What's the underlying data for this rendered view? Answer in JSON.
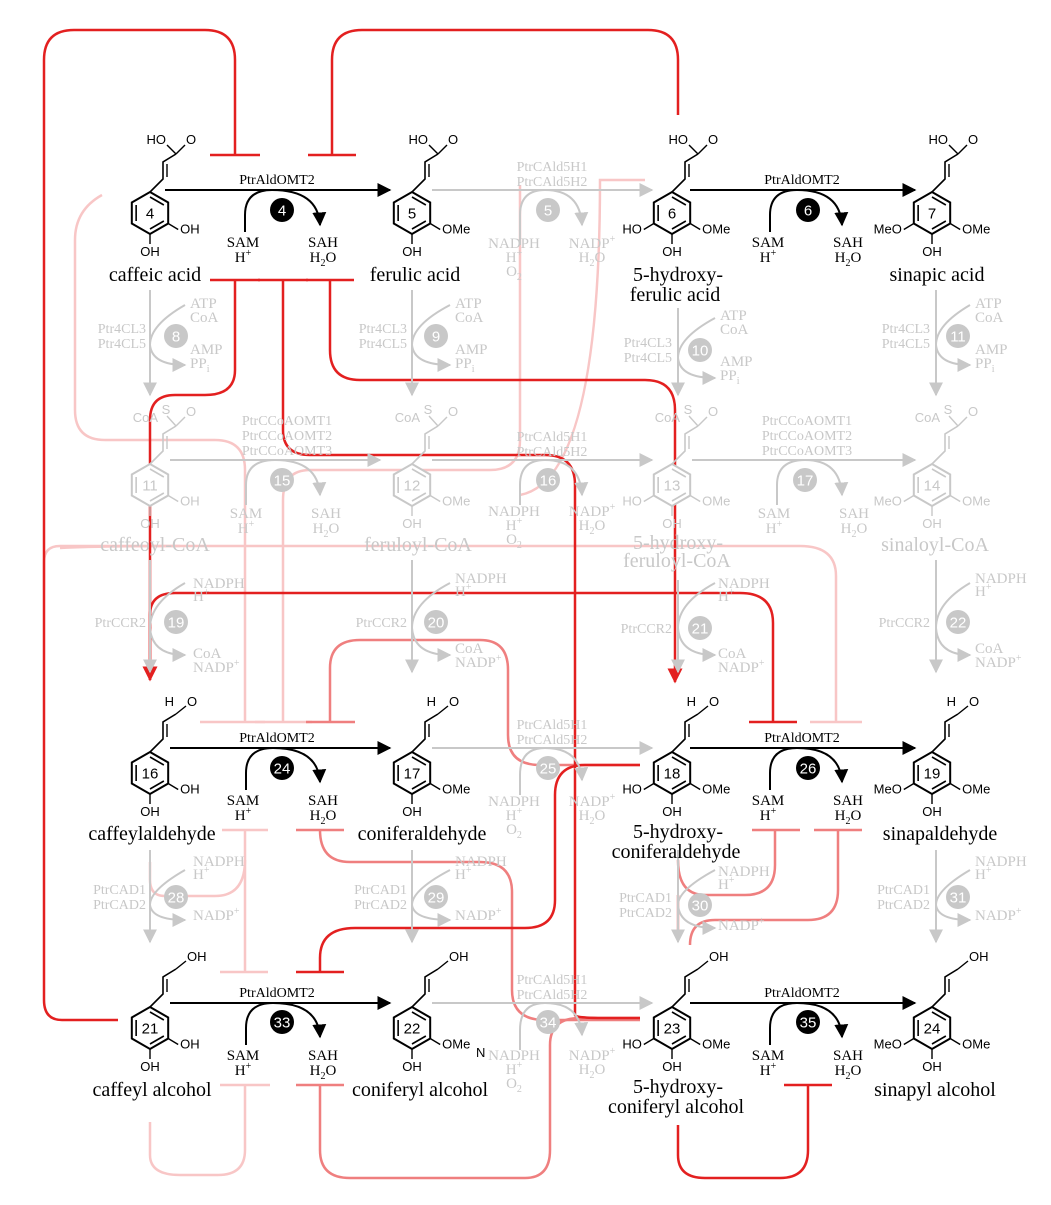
{
  "colors": {
    "active": "#000000",
    "inactive": "#c8c8c8",
    "inhibit_strong": "#e32020",
    "inhibit_mid": "#ef7f7f",
    "inhibit_light": "#f8c6c6"
  },
  "compounds": {
    "c4": {
      "num": "4",
      "name": "caffeic acid"
    },
    "c5": {
      "num": "5",
      "name": "ferulic acid"
    },
    "c6": {
      "num": "6",
      "name1": "5-hydroxy-",
      "name2": "ferulic acid"
    },
    "c7": {
      "num": "7",
      "name": "sinapic acid"
    },
    "c11": {
      "num": "11",
      "name": "caffeoyl-CoA"
    },
    "c12": {
      "num": "12",
      "name": "feruloyl-CoA"
    },
    "c13": {
      "num": "13",
      "name1": "5-hydroxy-",
      "name2": "feruloyl-CoA"
    },
    "c14": {
      "num": "14",
      "name": "sinaloyl-CoA"
    },
    "c16": {
      "num": "16",
      "name": "caffeylaldehyde"
    },
    "c17": {
      "num": "17",
      "name": "coniferaldehyde"
    },
    "c18": {
      "num": "18",
      "name1": "5-hydroxy-",
      "name2": "coniferaldehyde"
    },
    "c19": {
      "num": "19",
      "name": "sinapaldehyde"
    },
    "c21": {
      "num": "21",
      "name": "caffeyl alcohol"
    },
    "c22": {
      "num": "22",
      "name": "coniferyl alcohol"
    },
    "c23": {
      "num": "23",
      "name1": "5-hydroxy-",
      "name2": "coniferyl alcohol"
    },
    "c24": {
      "num": "24",
      "name": "sinapyl alcohol"
    }
  },
  "groups": {
    "cooh": "HO",
    "cooh_o": "O",
    "oh": "OH",
    "ome": "OMe",
    "meo": "MeO",
    "ho": "HO",
    "coa": "CoA",
    "s": "S",
    "o": "O",
    "h": "H",
    "stray_n": "N"
  },
  "enzymes": {
    "aldomt": "PtrAldOMT2",
    "cald5h1": "PtrCAld5H1",
    "cald5h2": "PtrCAld5H2",
    "ccoaomt1": "PtrCCoAOMT1",
    "ccoaomt2": "PtrCCoAOMT2",
    "ccoaomt3": "PtrCCoAOMT3",
    "cl3": "Ptr4CL3",
    "cl5": "Ptr4CL5",
    "ccr2": "PtrCCR2",
    "cad1": "PtrCAD1",
    "cad2": "PtrCAD2"
  },
  "cofactors": {
    "sam": "SAM",
    "hplus": "H",
    "plus": "+",
    "sah": "SAH",
    "h2o_h": "H",
    "h2o_2": "2",
    "h2o_o": "O",
    "nadph": "NADPH",
    "nadp": "NADP",
    "o2_o": "O",
    "o2_2": "2",
    "atp": "ATP",
    "coa": "CoA",
    "amp": "AMP",
    "pp": "PP",
    "pp_i": "i"
  },
  "reactions": [
    "4",
    "5",
    "6",
    "8",
    "9",
    "10",
    "11",
    "15",
    "16",
    "17",
    "19",
    "20",
    "21",
    "22",
    "24",
    "25",
    "26",
    "28",
    "29",
    "30",
    "31",
    "33",
    "34",
    "35"
  ]
}
